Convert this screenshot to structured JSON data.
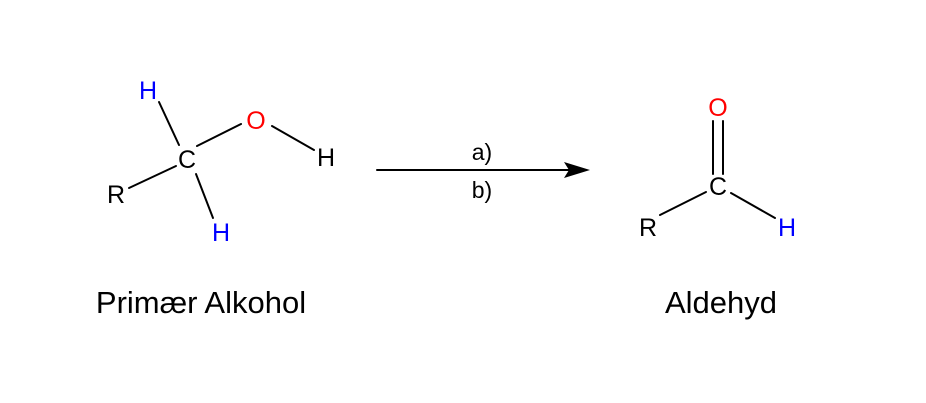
{
  "colors": {
    "hydrogen": "#0000ff",
    "oxygen": "#ff0000",
    "carbon": "#000000",
    "text": "#000000"
  },
  "reactant": {
    "atoms": {
      "h_top": "H",
      "o": "O",
      "h_oh": "H",
      "c": "C",
      "r": "R",
      "h_bottom": "H"
    },
    "caption": "Primær Alkohol"
  },
  "arrow": {
    "condition_a": "a)",
    "condition_b": "b)"
  },
  "product": {
    "atoms": {
      "o": "O",
      "c": "C",
      "r": "R",
      "h": "H"
    },
    "caption": "Aldehyd"
  }
}
